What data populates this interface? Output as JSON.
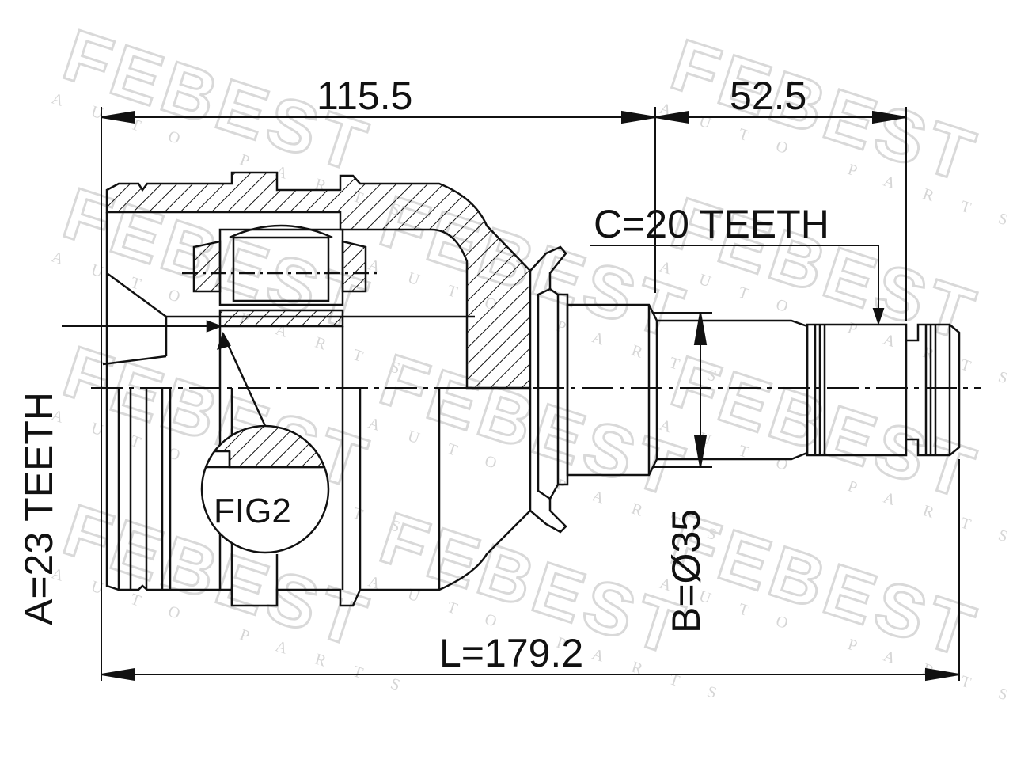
{
  "drawing": {
    "dimensions": {
      "housing_length": "115.5",
      "shaft_length": "52.5",
      "total_length": "L=179.2",
      "inner_spline": "A=23 TEETH",
      "outer_spline": "C=20 TEETH",
      "shaft_diameter": "B=Ø35"
    },
    "detail_label": "FIG2",
    "watermark": {
      "brand": "FEBEST",
      "tagline": "AUTO PARTS"
    },
    "colors": {
      "line": "#111111",
      "watermark": "#d9d9d9"
    }
  }
}
